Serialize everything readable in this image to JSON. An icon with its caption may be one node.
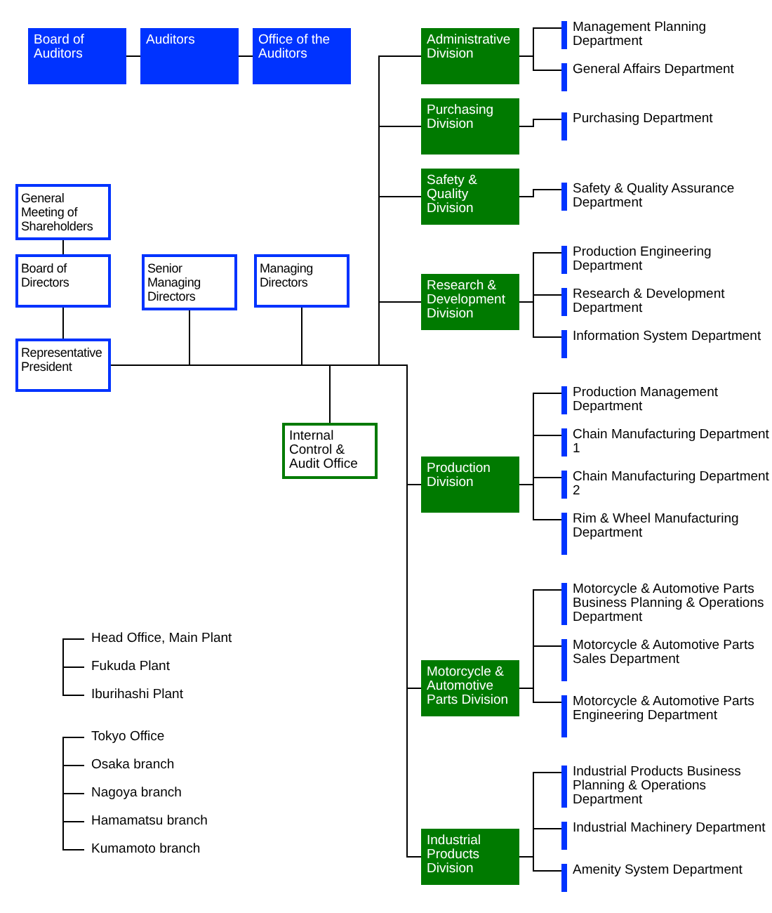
{
  "diagram": {
    "nodes": [
      {
        "text": [
          "Board of Auditors"
        ]
      },
      {
        "text": [
          "Auditors"
        ]
      },
      {
        "text": [
          "Office of the Auditors"
        ]
      },
      {
        "text": [
          "General Meeting of Shareholders"
        ]
      },
      {
        "text": [
          "Board of Directors"
        ]
      },
      {
        "text": [
          "Senior Managing Directors"
        ]
      },
      {
        "text": [
          "Managing Directors"
        ]
      },
      {
        "text": [
          "Representative President"
        ]
      },
      {
        "text": [
          "Internal Control & Audit Office"
        ]
      },
      {
        "text": [
          "Administrative Division"
        ]
      },
      {
        "text": [
          "Management Planning Department"
        ]
      },
      {
        "text": [
          "General Affairs Department"
        ]
      },
      {
        "text": [
          "Purchasing Division"
        ]
      },
      {
        "text": [
          "Purchasing Department"
        ]
      },
      {
        "text": [
          "Safety & Quality Division"
        ]
      },
      {
        "text": [
          "Safety & Quality Assurance Department"
        ]
      },
      {
        "text": [
          "Research & Development Division"
        ]
      },
      {
        "text": [
          "Production Engineering Department"
        ]
      },
      {
        "text": [
          "Research & Development Department"
        ]
      },
      {
        "text": [
          "Information System Department"
        ]
      },
      {
        "text": [
          "Production Division"
        ]
      },
      {
        "text": [
          "Production Management Department"
        ]
      },
      {
        "text": [
          "Chain Manufacturing Department 1"
        ]
      },
      {
        "text": [
          "Chain Manufacturing Department 2"
        ]
      },
      {
        "text": [
          "Rim & Wheel Manufacturing Department"
        ]
      },
      {
        "text": [
          "Motorcycle & Automotive Parts Division"
        ]
      },
      {
        "text": [
          "Motorcycle & Automotive Parts Business Planning & Operations Department"
        ]
      },
      {
        "text": [
          "Motorcycle & Automotive Parts Sales Department"
        ]
      },
      {
        "text": [
          "Motorcycle & Automotive Parts Engineering Department"
        ]
      },
      {
        "text": [
          "Industrial Products Division"
        ]
      },
      {
        "text": [
          "Industrial Products Business Planning & Operations Department"
        ]
      },
      {
        "text": [
          "Industrial Machinery Department"
        ]
      },
      {
        "text": [
          "Amenity System Department"
        ]
      }
    ],
    "edges": [
      {
        "from": 0,
        "to": 1,
        "arrow": "none"
      },
      {
        "from": 1,
        "to": 2,
        "arrow": "none"
      },
      {
        "from": 3,
        "to": 4,
        "arrow": "none"
      },
      {
        "from": 4,
        "to": 7,
        "arrow": "none"
      },
      {
        "from": 7,
        "to": 5,
        "arrow": "none"
      },
      {
        "from": 7,
        "to": 6,
        "arrow": "none"
      },
      {
        "from": 7,
        "to": 8,
        "arrow": "none"
      },
      {
        "from": 7,
        "to": 9,
        "arrow": "none"
      },
      {
        "from": 7,
        "to": 12,
        "arrow": "none"
      },
      {
        "from": 7,
        "to": 14,
        "arrow": "none"
      },
      {
        "from": 7,
        "to": 16,
        "arrow": "none"
      },
      {
        "from": 7,
        "to": 20,
        "arrow": "none"
      },
      {
        "from": 7,
        "to": 25,
        "arrow": "none"
      },
      {
        "from": 7,
        "to": 29,
        "arrow": "none"
      },
      {
        "from": 9,
        "to": 10,
        "arrow": "none"
      },
      {
        "from": 9,
        "to": 11,
        "arrow": "none"
      },
      {
        "from": 12,
        "to": 13,
        "arrow": "none"
      },
      {
        "from": 14,
        "to": 15,
        "arrow": "none"
      },
      {
        "from": 16,
        "to": 17,
        "arrow": "none"
      },
      {
        "from": 16,
        "to": 18,
        "arrow": "none"
      },
      {
        "from": 16,
        "to": 19,
        "arrow": "none"
      },
      {
        "from": 20,
        "to": 21,
        "arrow": "none"
      },
      {
        "from": 20,
        "to": 22,
        "arrow": "none"
      },
      {
        "from": 20,
        "to": 23,
        "arrow": "none"
      },
      {
        "from": 20,
        "to": 24,
        "arrow": "none"
      },
      {
        "from": 25,
        "to": 26,
        "arrow": "none"
      },
      {
        "from": 25,
        "to": 27,
        "arrow": "none"
      },
      {
        "from": 25,
        "to": 28,
        "arrow": "none"
      },
      {
        "from": 29,
        "to": 30,
        "arrow": "none"
      },
      {
        "from": 29,
        "to": 31,
        "arrow": "none"
      },
      {
        "from": 29,
        "to": 32,
        "arrow": "none"
      }
    ],
    "labels": [
      "Head Office, Main Plant",
      "Fukuda Plant",
      "Iburihashi Plant",
      "Tokyo Office",
      "Osaka branch",
      "Nagoya branch",
      "Hamamatsu branch",
      "Kumamoto branch"
    ]
  }
}
